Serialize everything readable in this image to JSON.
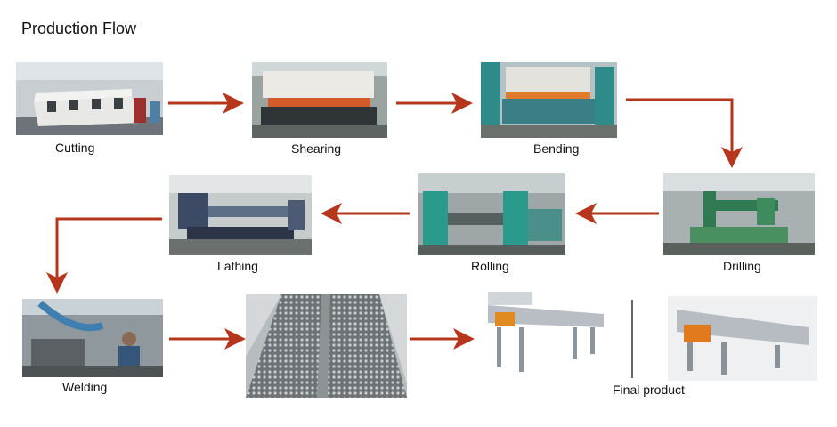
{
  "title": "Production Flow",
  "steps": [
    {
      "label": "Cutting",
      "icon": "laser-cutting-machine-photo"
    },
    {
      "label": "Shearing",
      "icon": "shearing-machine-photo"
    },
    {
      "label": "Bending",
      "icon": "press-brake-photo"
    },
    {
      "label": "Drilling",
      "icon": "radial-drill-photo"
    },
    {
      "label": "Rolling",
      "icon": "rolling-machine-photo"
    },
    {
      "label": "Lathing",
      "icon": "lathe-photo"
    },
    {
      "label": "Welding",
      "icon": "welding-workshop-photo"
    },
    {
      "label": "",
      "icon": "screen-deck-photo"
    }
  ],
  "final_product": {
    "label": "Final product",
    "icons": [
      "vibrating-screen-photo",
      "vibrating-screen-photo-2"
    ]
  },
  "colors": {
    "arrow": "#b5361c"
  }
}
